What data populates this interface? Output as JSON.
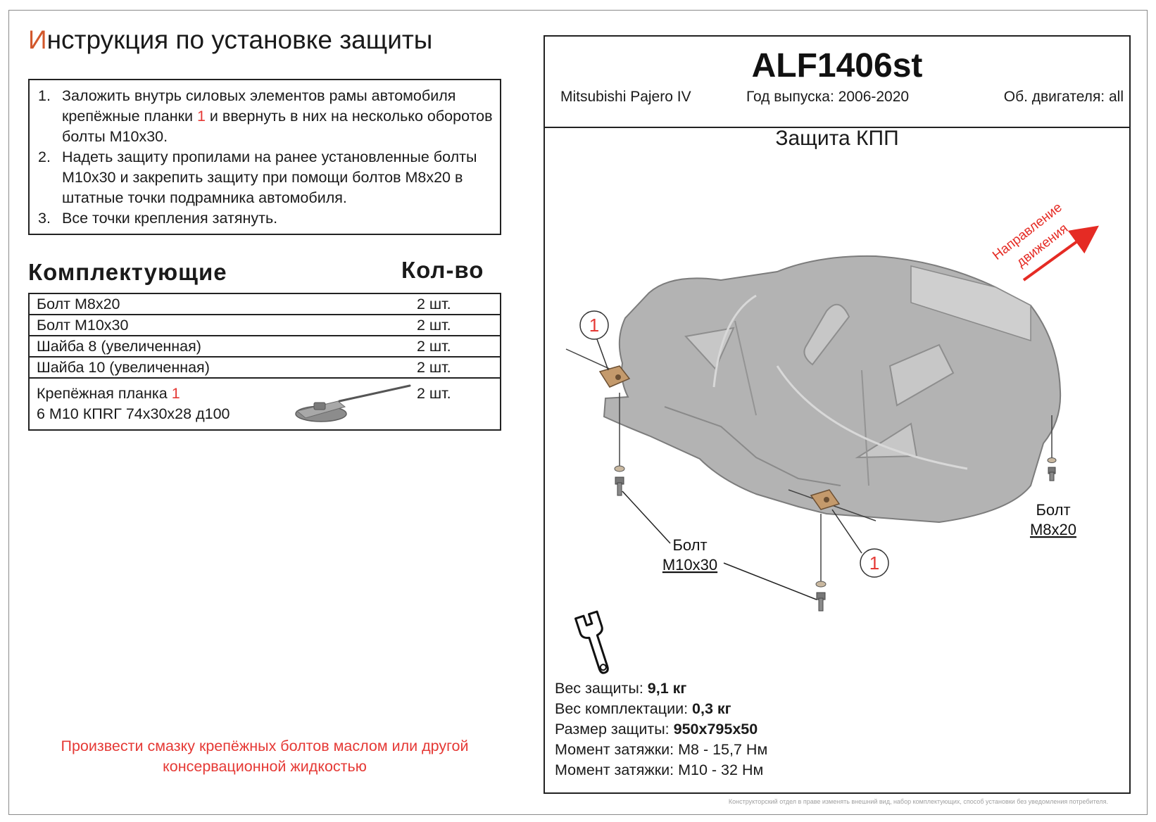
{
  "header": {
    "title_first_letter": "И",
    "title_rest": "нструкция по установке защиты"
  },
  "instructions": [
    {
      "num": "1.",
      "text_a": "Заложить внутрь силовых элементов рамы автомобиля крепёжные планки ",
      "ref": "1",
      "text_b": " и ввернуть в них на несколько оборотов болты М10х30."
    },
    {
      "num": "2.",
      "text": "Надеть защиту пропилами на ранее установленные болты М10х30 и закрепить защиту при помощи болтов М8х20 в штатные точки подрамника автомобиля."
    },
    {
      "num": "3.",
      "text": "Все точки крепления затянуть."
    }
  ],
  "parts_section": {
    "title": "Комплектующие",
    "qty_title": "Кол-во",
    "rows": [
      {
        "name": "Болт М8х20",
        "qty": "2 шт."
      },
      {
        "name": "Болт М10х30",
        "qty": "2 шт."
      },
      {
        "name": "Шайба 8   (увеличенная)",
        "qty": "2 шт."
      },
      {
        "name": "Шайба 10 (увеличенная)",
        "qty": "2 шт."
      }
    ],
    "plate": {
      "name_a": "Крепёжная планка ",
      "ref": "1",
      "name_b": "6 М10 КПRГ 74х30х28 д100",
      "qty": "2 шт."
    }
  },
  "note": {
    "line1": "Произвести смазку крепёжных болтов маслом или другой",
    "line2": "консервационной жидкостью"
  },
  "product_card": {
    "code": "ALF1406st",
    "car": "Mitsubishi Pajero IV",
    "years": "Год выпуска: 2006-2020",
    "engine": "Об. двигателя: all",
    "product": "Защита КПП"
  },
  "drawing": {
    "direction_line1": "Направление",
    "direction_line2": "движения",
    "callout": "1",
    "bolt_m10_line1": "Болт",
    "bolt_m10_line2": "М10х30",
    "bolt_m8_line1": "Болт",
    "bolt_m8_line2": "М8х20"
  },
  "specs": [
    {
      "label": "Вес защиты: ",
      "value": "9,1 кг"
    },
    {
      "label": "Вес комплектации: ",
      "value": "0,3 кг"
    },
    {
      "label": "Размер защиты: ",
      "value": "950х795х50"
    },
    {
      "label": "Момент затяжки:  ",
      "value": "М8 - 15,7 Нм"
    },
    {
      "label": "Момент затяжки:  ",
      "value": "М10 - 32 Нм"
    }
  ],
  "footer": "Конструкторский отдел в праве изменять внешний вид, набор комплектующих, способ установки без уведомления потребителя.",
  "colors": {
    "accent_red": "#e53935",
    "title_orange": "#d2572b",
    "plate_bracket": "#c49a6c"
  }
}
